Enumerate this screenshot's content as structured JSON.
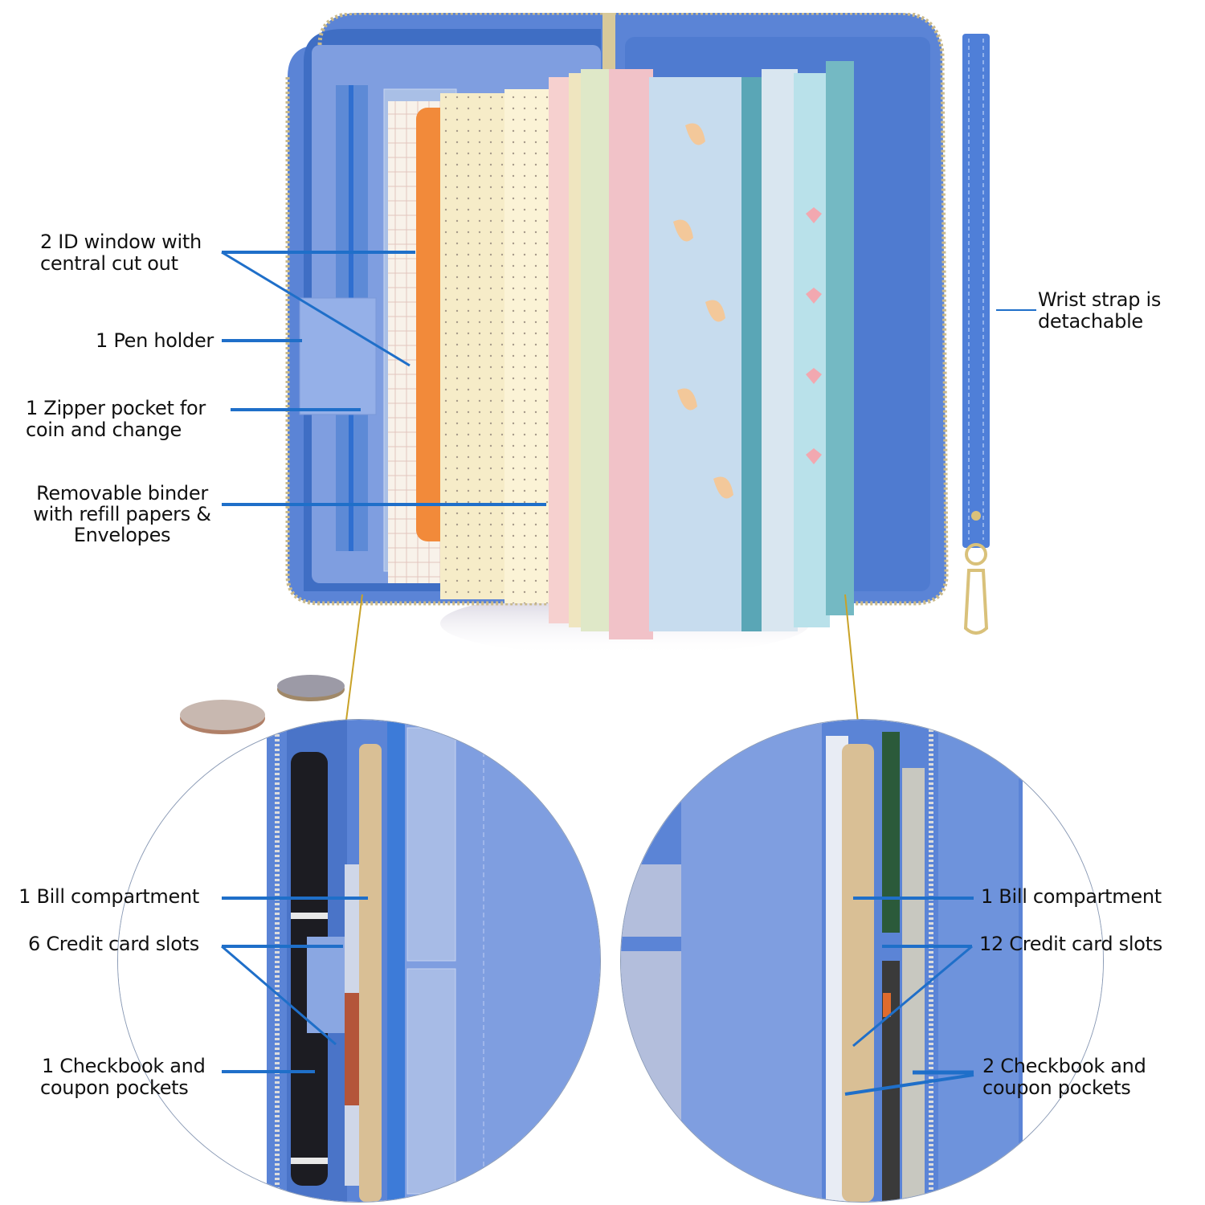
{
  "colors": {
    "leather": "#5b84d6",
    "leather_dark": "#3563b8",
    "leather_light": "#8eaae4",
    "interior": "#7f9ee0",
    "zipper": "#c9b98a",
    "callout_line": "#1f6fc9",
    "connector_line": "#c9a227",
    "text": "#111111",
    "background": "#ffffff",
    "paper_cream": "#f6ecc8",
    "paper_orange": "#f28a3a",
    "envelope_blue": "#aee0e8",
    "envelope_pink": "#f2b8c0"
  },
  "top_section": {
    "left_labels": [
      {
        "lines": [
          "2 ID window with",
          "central cut out"
        ]
      },
      {
        "lines": [
          "1 Pen holder"
        ]
      },
      {
        "lines": [
          "1 Zipper pocket for",
          "coin and change"
        ]
      },
      {
        "lines": [
          "Removable binder",
          "with refill papers &",
          "Envelopes"
        ]
      }
    ],
    "right_labels": [
      {
        "lines": [
          "Wrist strap is",
          "detachable"
        ]
      }
    ]
  },
  "bottom_left_detail": {
    "labels": [
      {
        "lines": [
          "1 Bill compartment"
        ]
      },
      {
        "lines": [
          "6 Credit card slots"
        ]
      },
      {
        "lines": [
          "1 Checkbook and",
          "coupon pockets"
        ]
      }
    ]
  },
  "bottom_right_detail": {
    "labels": [
      {
        "lines": [
          "1 Bill compartment"
        ]
      },
      {
        "lines": [
          "12 Credit card slots"
        ]
      },
      {
        "lines": [
          "2 Checkbook and",
          "coupon pockets"
        ]
      }
    ]
  },
  "icons": {
    "coins": "coin-icon",
    "wrist_strap": "wrist-strap-icon",
    "pen": "pen-icon"
  }
}
